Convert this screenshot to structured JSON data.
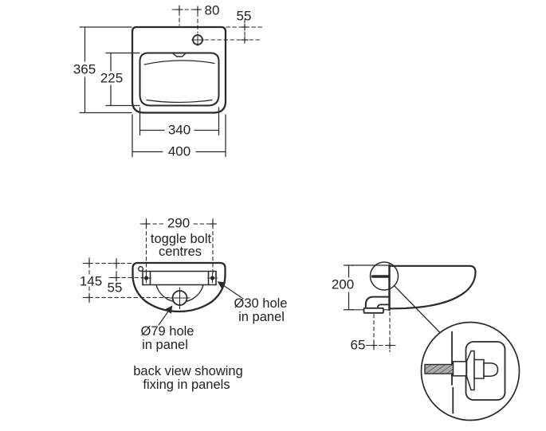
{
  "drawing": {
    "plan_view": {
      "dims": {
        "tap_hole_offset": "80",
        "tap_hole_edge": "55",
        "overall_depth": "365",
        "bowl_depth": "225",
        "bowl_width": "340",
        "overall_width": "400"
      }
    },
    "back_view": {
      "dims": {
        "bolt_centres": "290",
        "hole_drop": "145",
        "bolt_drop": "55"
      },
      "labels": {
        "toggle_line1": "toggle bolt",
        "toggle_line2": "centres",
        "hole79_line1": "Ø79 hole",
        "hole79_line2": "in panel",
        "hole30_line1": "Ø30 hole",
        "hole30_line2": "in panel"
      },
      "caption_line1": "back view showing",
      "caption_line2": "fixing in panels"
    },
    "side_view": {
      "dims": {
        "height": "200",
        "outlet_offset": "65"
      }
    }
  },
  "colors": {
    "line": "#2a2a2a",
    "background": "#ffffff",
    "thread_fill": "#ababab"
  }
}
